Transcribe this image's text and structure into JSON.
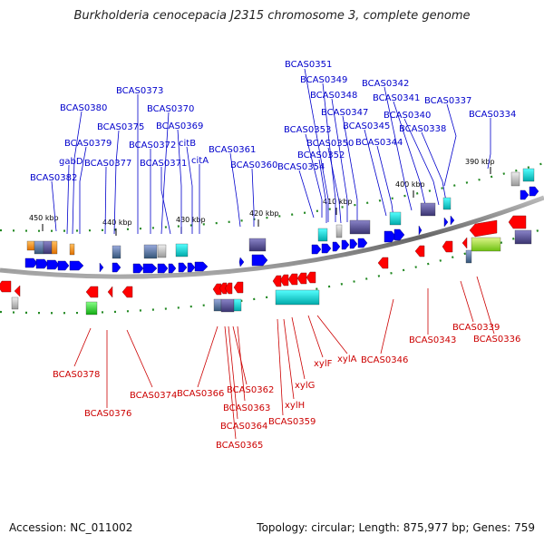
{
  "title": "Burkholderia cenocepacia J2315 chromosome 3, complete genome",
  "footer": {
    "accession": "Accession: NC_011002",
    "topology": "Topology: circular; Length: 875,977 bp; Genes: 759"
  },
  "colors": {
    "forward": "#0000ff",
    "reverse": "#ff0000",
    "backbone": "#777777",
    "ticks": "#228822"
  },
  "scale_labels": [
    "390 kbp",
    "400 kbp",
    "410 kbp",
    "420 kbp",
    "430 kbp",
    "440 kbp",
    "450 kbp"
  ],
  "forward_genes": [
    "BCAS0351",
    "BCAS0349",
    "BCAS0348",
    "BCAS0347",
    "BCAS0342",
    "BCAS0341",
    "BCAS0340",
    "BCAS0337",
    "BCAS0338",
    "BCAS0334",
    "BCAS0353",
    "BCAS0345",
    "BCAS0350",
    "BCAS0344",
    "BCAS0352",
    "BCAS0354",
    "BCAS0373",
    "BCAS0380",
    "BCAS0370",
    "BCAS0375",
    "BCAS0369",
    "BCAS0379",
    "BCAS0372",
    "citB",
    "BCAS0361",
    "gabD",
    "BCAS0377",
    "BCAS0371",
    "citA",
    "BCAS0360",
    "BCAS0382"
  ],
  "reverse_genes": [
    "BCAS0339",
    "BCAS0343",
    "BCAS0336",
    "BCAS0378",
    "BCAS0346",
    "xylA",
    "xylF",
    "BCAS0374",
    "BCAS0366",
    "xylG",
    "BCAS0376",
    "BCAS0362",
    "xylH",
    "BCAS0363",
    "BCAS0359",
    "BCAS0364",
    "BCAS0365"
  ]
}
